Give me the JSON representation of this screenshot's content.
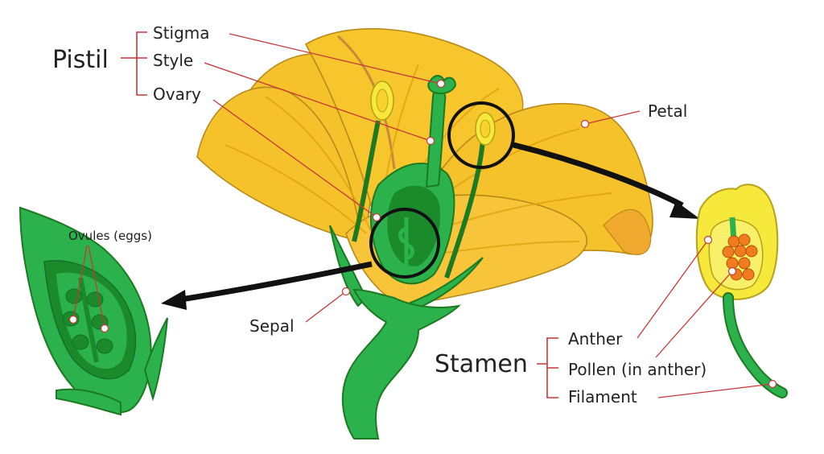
{
  "labels": {
    "pistil": "Pistil",
    "stigma": "Stigma",
    "style": "Style",
    "ovary": "Ovary",
    "petal": "Petal",
    "ovules": "Ovules (eggs)",
    "sepal": "Sepal",
    "stamen": "Stamen",
    "anther": "Anther",
    "pollen": "Pollen (in anther)",
    "filament": "Filament"
  },
  "colors": {
    "petal_yellow": "#f6c22b",
    "petal_shadow": "#f0a92e",
    "green_light": "#2bb24c",
    "green_dark": "#1a8a2b",
    "leader_red": "#c8373a",
    "pollen_orange": "#f07c1e",
    "anther_yellow": "#f7e83c"
  }
}
